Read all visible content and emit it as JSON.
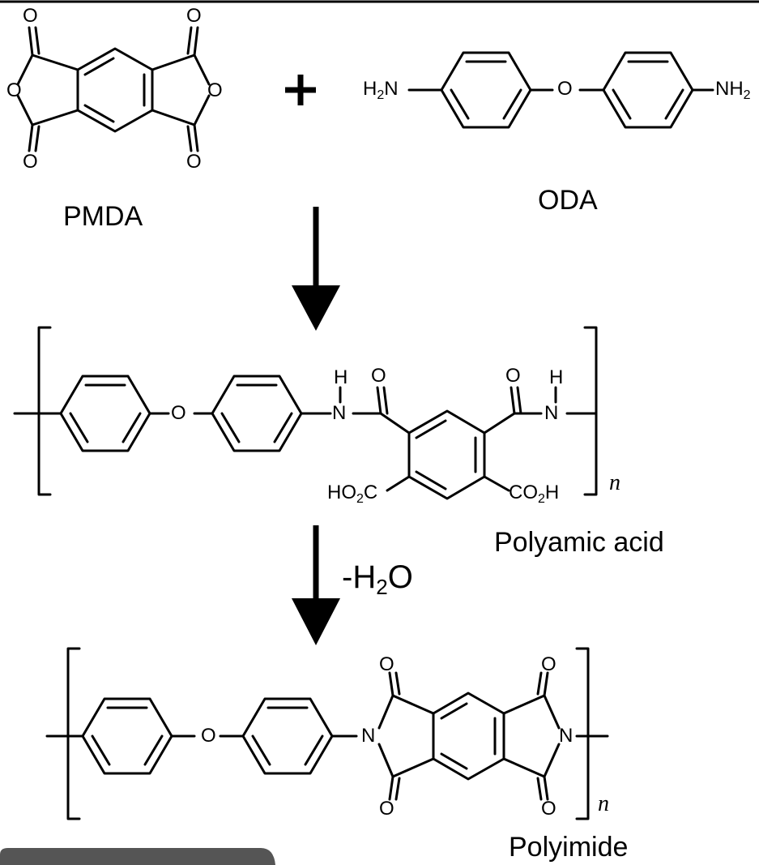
{
  "reactants": {
    "pmda": {
      "label": "PMDA"
    },
    "plus": "+",
    "oda": {
      "label": "ODA",
      "left_group": "H2N",
      "right_group": "NH2",
      "bridge_atom": "O"
    }
  },
  "intermediate": {
    "label": "Polyamic acid",
    "repeat_index": "n",
    "groups": {
      "amide_h": "H",
      "amide_n": "N",
      "carbonyl_o": "O",
      "ether_o": "O",
      "acid_left": "HO2C",
      "acid_right": "CO2H"
    }
  },
  "step2": {
    "condition": "-H2O"
  },
  "product": {
    "label": "Polyimide",
    "repeat_index": "n",
    "groups": {
      "imide_n": "N",
      "carbonyl_o": "O",
      "ether_o": "O"
    }
  },
  "colors": {
    "line": "#000000",
    "background": "#ffffff"
  }
}
